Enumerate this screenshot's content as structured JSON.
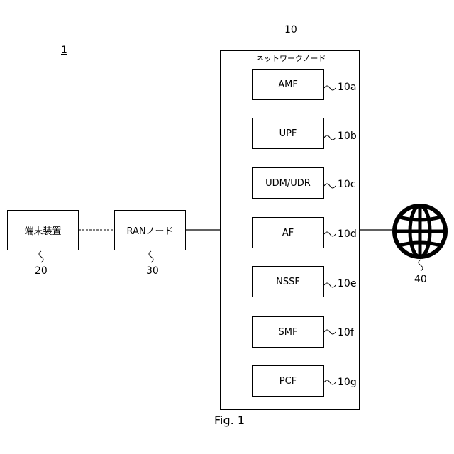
{
  "system_label": "1",
  "network_node": {
    "ref": "10",
    "title": "ネットワークノード",
    "functions": [
      {
        "label": "AMF",
        "ref": "10a"
      },
      {
        "label": "UPF",
        "ref": "10b"
      },
      {
        "label": "UDM/UDR",
        "ref": "10c"
      },
      {
        "label": "AF",
        "ref": "10d"
      },
      {
        "label": "NSSF",
        "ref": "10e"
      },
      {
        "label": "SMF",
        "ref": "10f"
      },
      {
        "label": "PCF",
        "ref": "10g"
      }
    ]
  },
  "terminal": {
    "label": "端末装置",
    "ref": "20"
  },
  "ran_node": {
    "label": "RANノード",
    "ref": "30"
  },
  "internet": {
    "icon": "globe-icon",
    "ref": "40"
  },
  "caption": "Fig. 1"
}
